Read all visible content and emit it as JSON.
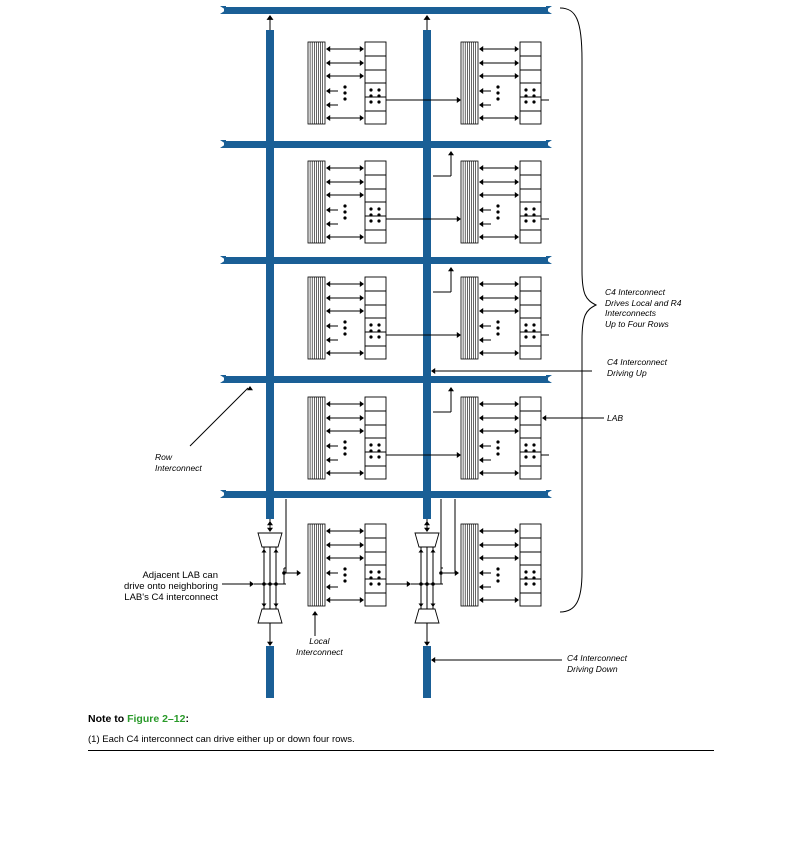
{
  "labels": {
    "c4_drives": "C4 Interconnect\nDrives Local and R4\nInterconnects\nUp to Four Rows",
    "c4_up": "C4 Interconnect\nDriving Up",
    "lab": "LAB",
    "row": "Row\nInterconnect",
    "adjacent": "Adjacent LAB can\ndrive onto neighboring\nLAB's C4 interconnect",
    "local": "Local\nInterconnect",
    "c4_down": "C4 Interconnect\nDriving Down"
  },
  "note": {
    "prefix": "Note to ",
    "link": "Figure 2–12",
    "suffix": ":",
    "item": "(1)   Each C4 interconnect can drive either up or down four rows."
  },
  "colors": {
    "interconnect": "#1a5f96",
    "ink": "#000000",
    "link": "#2a9a2a"
  }
}
